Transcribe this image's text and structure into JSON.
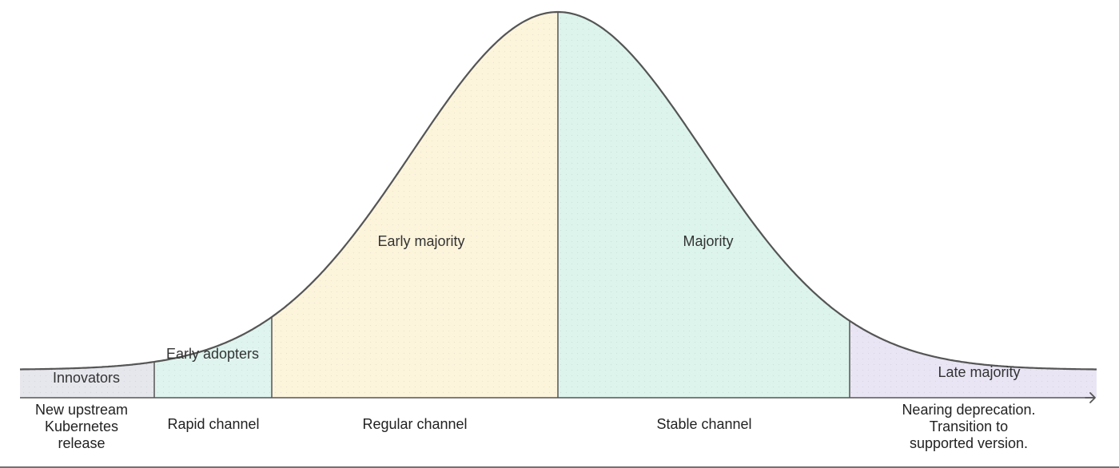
{
  "segments": [
    {
      "id": "innovators",
      "label": "Innovators",
      "channel": [
        "New upstream",
        "Kubernetes",
        "release"
      ],
      "color": "#e6e7ec"
    },
    {
      "id": "early-adopters",
      "label": "Early adopters",
      "channel": [
        "Rapid channel"
      ],
      "color": "#dff4ee"
    },
    {
      "id": "early-majority",
      "label": "Early majority",
      "channel": [
        "Regular channel"
      ],
      "color": "#fdf4dc"
    },
    {
      "id": "majority",
      "label": "Majority",
      "channel": [
        "Stable channel"
      ],
      "color": "#dcf4ec"
    },
    {
      "id": "late-majority",
      "label": "Late majority",
      "channel": [
        "Nearing deprecation.",
        "Transition to",
        "supported version."
      ],
      "color": "#e9e5f4"
    }
  ],
  "curve_color": "#555555",
  "axis_color": "#555555"
}
